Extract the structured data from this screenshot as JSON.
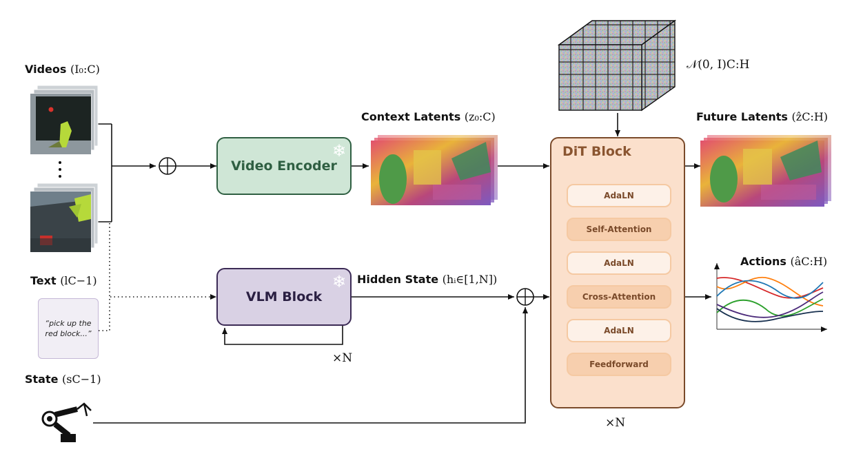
{
  "labels": {
    "videos": "Videos",
    "videos_math": "(I₀:C)",
    "text": "Text",
    "text_math": "(lC−1)",
    "state": "State",
    "state_math": "(sC−1)",
    "context_latents": "Context Latents",
    "context_math": "(z₀:C)",
    "future_latents": "Future Latents",
    "future_math": "(ẑC:H)",
    "actions": "Actions",
    "actions_math": "(âC:H)",
    "hidden_state": "Hidden State",
    "hidden_math": "(hᵢ∈[1,N])",
    "noise": "𝒩(0, I)C:H",
    "times_n_vlm": "×N",
    "times_n_dit": "×N",
    "prompt": "“pick up the red block...”"
  },
  "blocks": {
    "video_encoder": "Video Encoder",
    "vlm_block": "VLM Block",
    "dit_block": "DiT Block",
    "dit_layers": [
      "AdaLN",
      "Self-Attention",
      "AdaLN",
      "Cross-Attention",
      "AdaLN",
      "Feedforward"
    ]
  },
  "symbols": {
    "snowflake": "❄",
    "oplus": "⊕"
  },
  "colors": {
    "encoder_fill": "#cfe6d6",
    "encoder_border": "#2f5f42",
    "encoder_text": "#2f5f42",
    "vlm_fill": "#d9d1e4",
    "vlm_border": "#3b2a55",
    "vlm_text": "#2a1f42",
    "dit_fill": "#fbe0cc",
    "dit_border": "#7a4a2a",
    "dit_text": "#8a5530",
    "action_lines": [
      "#d62728",
      "#ff7f0e",
      "#1f77b4",
      "#2ca02c",
      "#4b2a7a",
      "#17304f"
    ]
  }
}
